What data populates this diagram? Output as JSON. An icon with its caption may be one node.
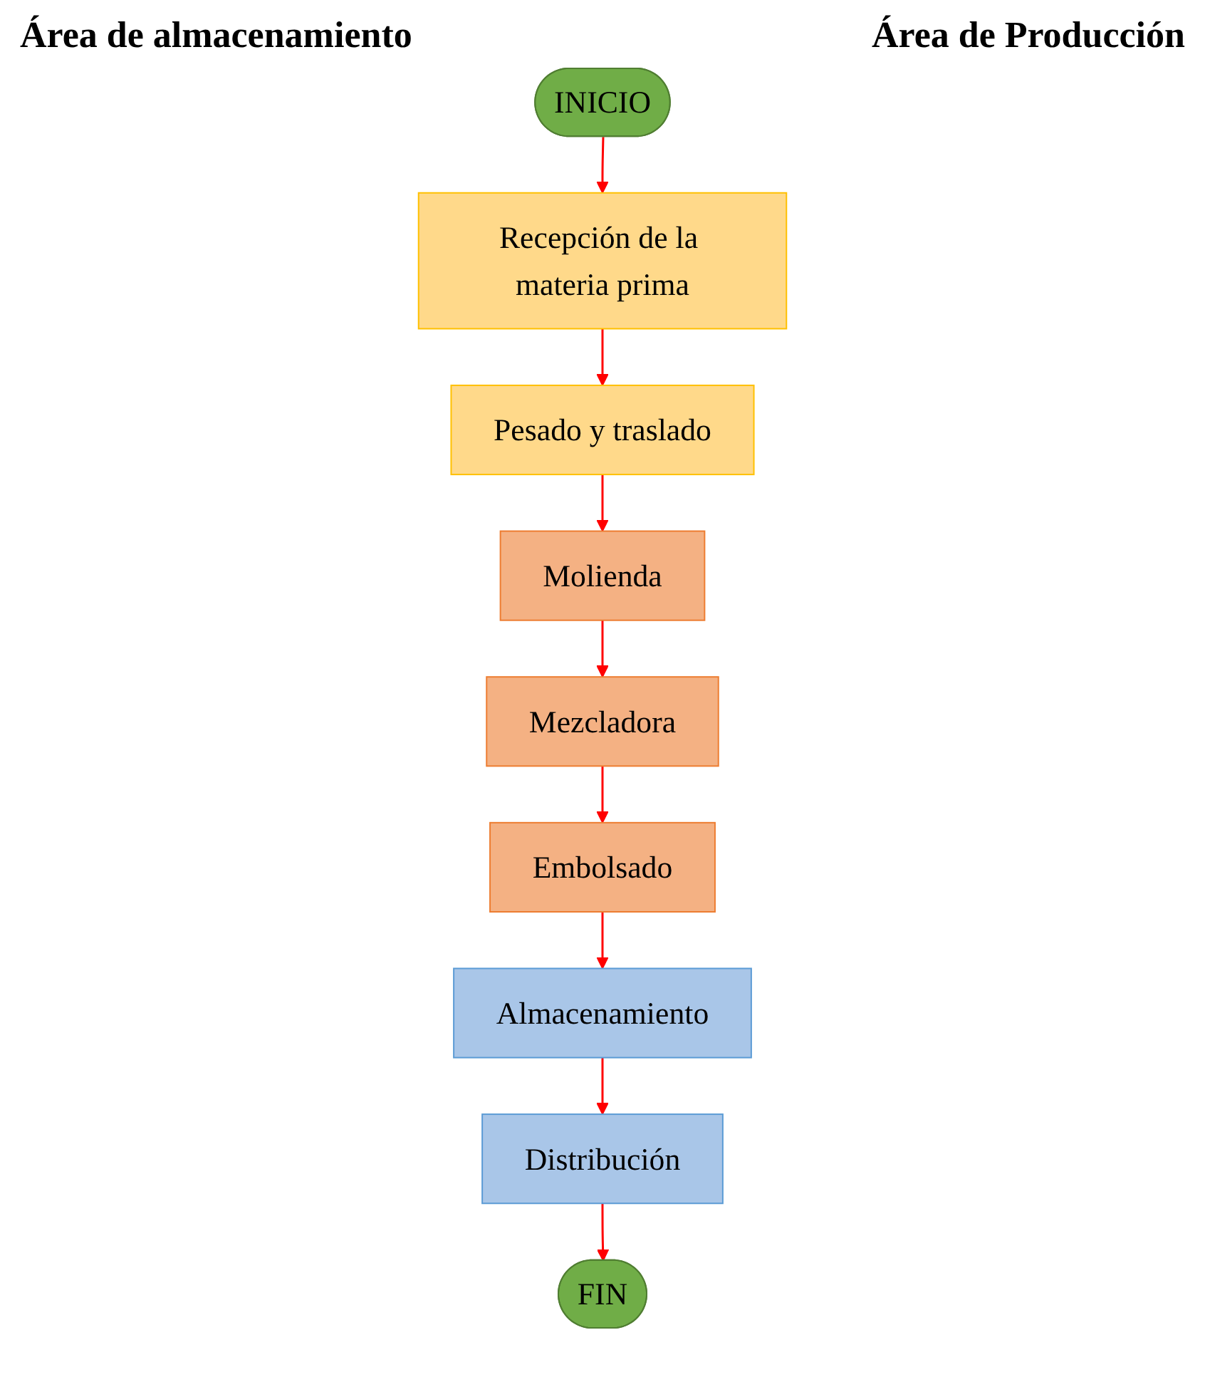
{
  "diagram": {
    "nodes": [
      {
        "text": [
          "INICIO"
        ]
      },
      {
        "text": [
          "Recepción de la materia prima"
        ]
      },
      {
        "text": [
          "Pesado y traslado"
        ]
      },
      {
        "text": [
          "Molienda"
        ]
      },
      {
        "text": [
          "Mezcladora"
        ]
      },
      {
        "text": [
          "Embolsado"
        ]
      },
      {
        "text": [
          "Almacenamiento"
        ]
      },
      {
        "text": [
          "Distribución"
        ]
      },
      {
        "text": [
          "FIN"
        ]
      }
    ],
    "edges": [
      {
        "from": 0,
        "to": 1,
        "arrow": "to"
      },
      {
        "from": 1,
        "to": 2,
        "arrow": "to"
      },
      {
        "from": 2,
        "to": 3,
        "arrow": "to"
      },
      {
        "from": 3,
        "to": 4,
        "arrow": "to"
      },
      {
        "from": 4,
        "to": 5,
        "arrow": "to"
      },
      {
        "from": 5,
        "to": 6,
        "arrow": "to"
      },
      {
        "from": 6,
        "to": 7,
        "arrow": "to"
      },
      {
        "from": 7,
        "to": 8,
        "arrow": "to"
      }
    ],
    "labels": [
      "Área de almacenamiento",
      "Área de Producción"
    ]
  }
}
